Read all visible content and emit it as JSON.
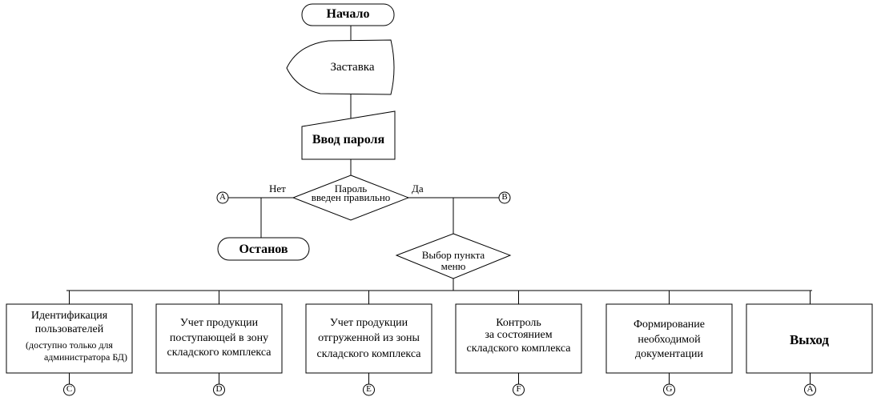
{
  "flowchart": {
    "start": "Начало",
    "splash": "Заставка",
    "password_input": "Ввод пароля",
    "decision_password": {
      "line1": "Пароль",
      "line2": "введен правильно"
    },
    "branch_no": "Нет",
    "branch_yes": "Да",
    "stop": "Останов",
    "decision_menu": {
      "line1": "Выбор пункта",
      "line2": "меню"
    },
    "menu_items": [
      {
        "lines": [
          "Идентификация",
          "пользователей",
          "(доступно только для",
          "администратора БД)"
        ],
        "connector": "C"
      },
      {
        "lines": [
          "Учет продукции",
          "поступающей в зону",
          "складского комплекса"
        ],
        "connector": "D"
      },
      {
        "lines": [
          "Учет продукции",
          "отгруженной из зоны",
          "складского комплекса"
        ],
        "connector": "E"
      },
      {
        "lines": [
          "Контроль",
          "за состоянием",
          "складского комплекса"
        ],
        "connector": "F"
      },
      {
        "lines": [
          "Формирование",
          "необходимой",
          "документации"
        ],
        "connector": "G"
      },
      {
        "lines": [
          "Выход"
        ],
        "connector": "A"
      }
    ],
    "connector_no": "A",
    "connector_yes": "B"
  }
}
